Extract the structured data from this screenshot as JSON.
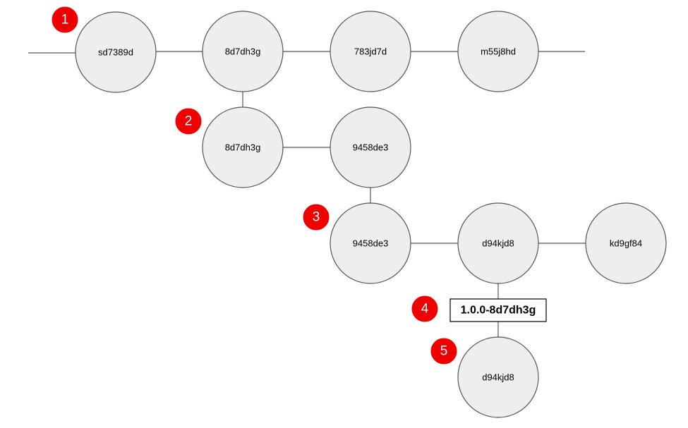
{
  "colors": {
    "node_fill": "#eeeeee",
    "node_stroke": "#555555",
    "badge_fill": "#ee0000",
    "badge_text": "#ffffff"
  },
  "nodes": {
    "n1": "sd7389d",
    "n2": "8d7dh3g",
    "n3": "783jd7d",
    "n4": "m55j8hd",
    "n5": "8d7dh3g",
    "n6": "9458de3",
    "n7": "9458de3",
    "n8": "d94kjd8",
    "n9": "kd9gf84",
    "n10": "d94kjd8"
  },
  "tag": {
    "label": "1.0.0-8d7dh3g"
  },
  "badges": [
    "1",
    "2",
    "3",
    "4",
    "5"
  ]
}
